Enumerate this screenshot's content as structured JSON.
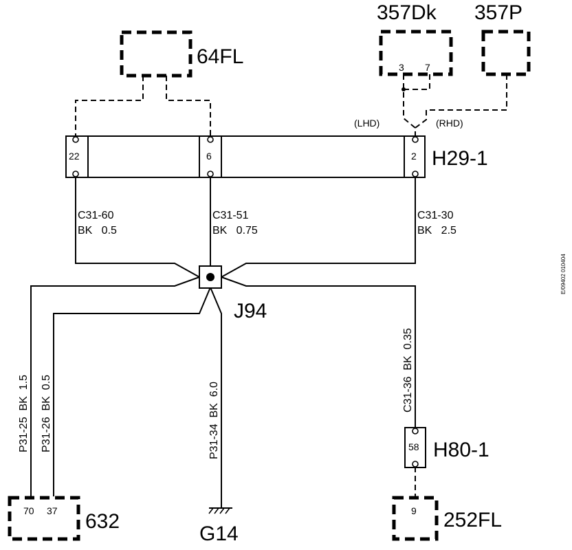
{
  "components": {
    "c64fl": "64FL",
    "c357dk": "357Dk",
    "c357dk_pin_a": "3",
    "c357dk_pin_b": "7",
    "c357p": "357P",
    "h29": "H29-1",
    "h29_pin_a": "22",
    "h29_pin_b": "6",
    "h29_pin_c": "2",
    "j94": "J94",
    "h80": "H80-1",
    "h80_pin": "58",
    "c632": "632",
    "c632_pin_a": "70",
    "c632_pin_b": "37",
    "g14": "G14",
    "c252fl": "252FL",
    "c252fl_pin": "9"
  },
  "wires": {
    "w_c31_60_id": "C31-60",
    "w_c31_60_spec": "BK   0.5",
    "w_c31_51_id": "C31-51",
    "w_c31_51_spec": "BK   0.75",
    "w_c31_30_id": "C31-30",
    "w_c31_30_spec": "BK   2.5",
    "w_p31_25": "P31-25  BK  1.5",
    "w_p31_26": "P31-26  BK  0.5",
    "w_p31_34": "P31-34  BK  6.0",
    "w_c31_36": "C31-36  BK  0.35"
  },
  "variants": {
    "lhd": "(LHD)",
    "rhd": "(RHD)"
  },
  "reference": "E/09402 010404"
}
